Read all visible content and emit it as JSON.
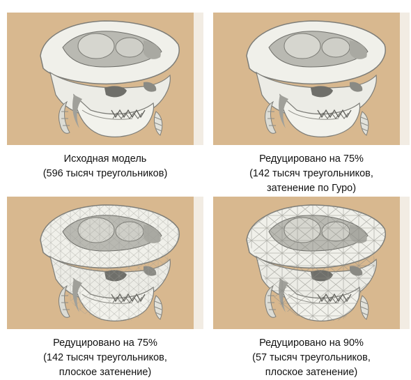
{
  "colors": {
    "background": "#d8b88f",
    "bone": "#f0f0ea",
    "bone_shadow": "#8c8c86",
    "window_strip": "#f2ece3"
  },
  "panels": [
    {
      "shading": "smooth",
      "caption": [
        "Исходная модель",
        "(596 тысяч треугольников)"
      ]
    },
    {
      "shading": "smooth",
      "caption": [
        "Редуцировано на 75%",
        "(142 тысяч треугольников,",
        "затенение по Гуро)"
      ]
    },
    {
      "shading": "flat",
      "caption": [
        "Редуцировано на 75%",
        "(142 тысяч треугольников,",
        "плоское затенение)"
      ]
    },
    {
      "shading": "flat-coarse",
      "caption": [
        "Редуцировано на 90%",
        "(57 тысяч треугольников,",
        "плоское затенение)"
      ]
    }
  ]
}
